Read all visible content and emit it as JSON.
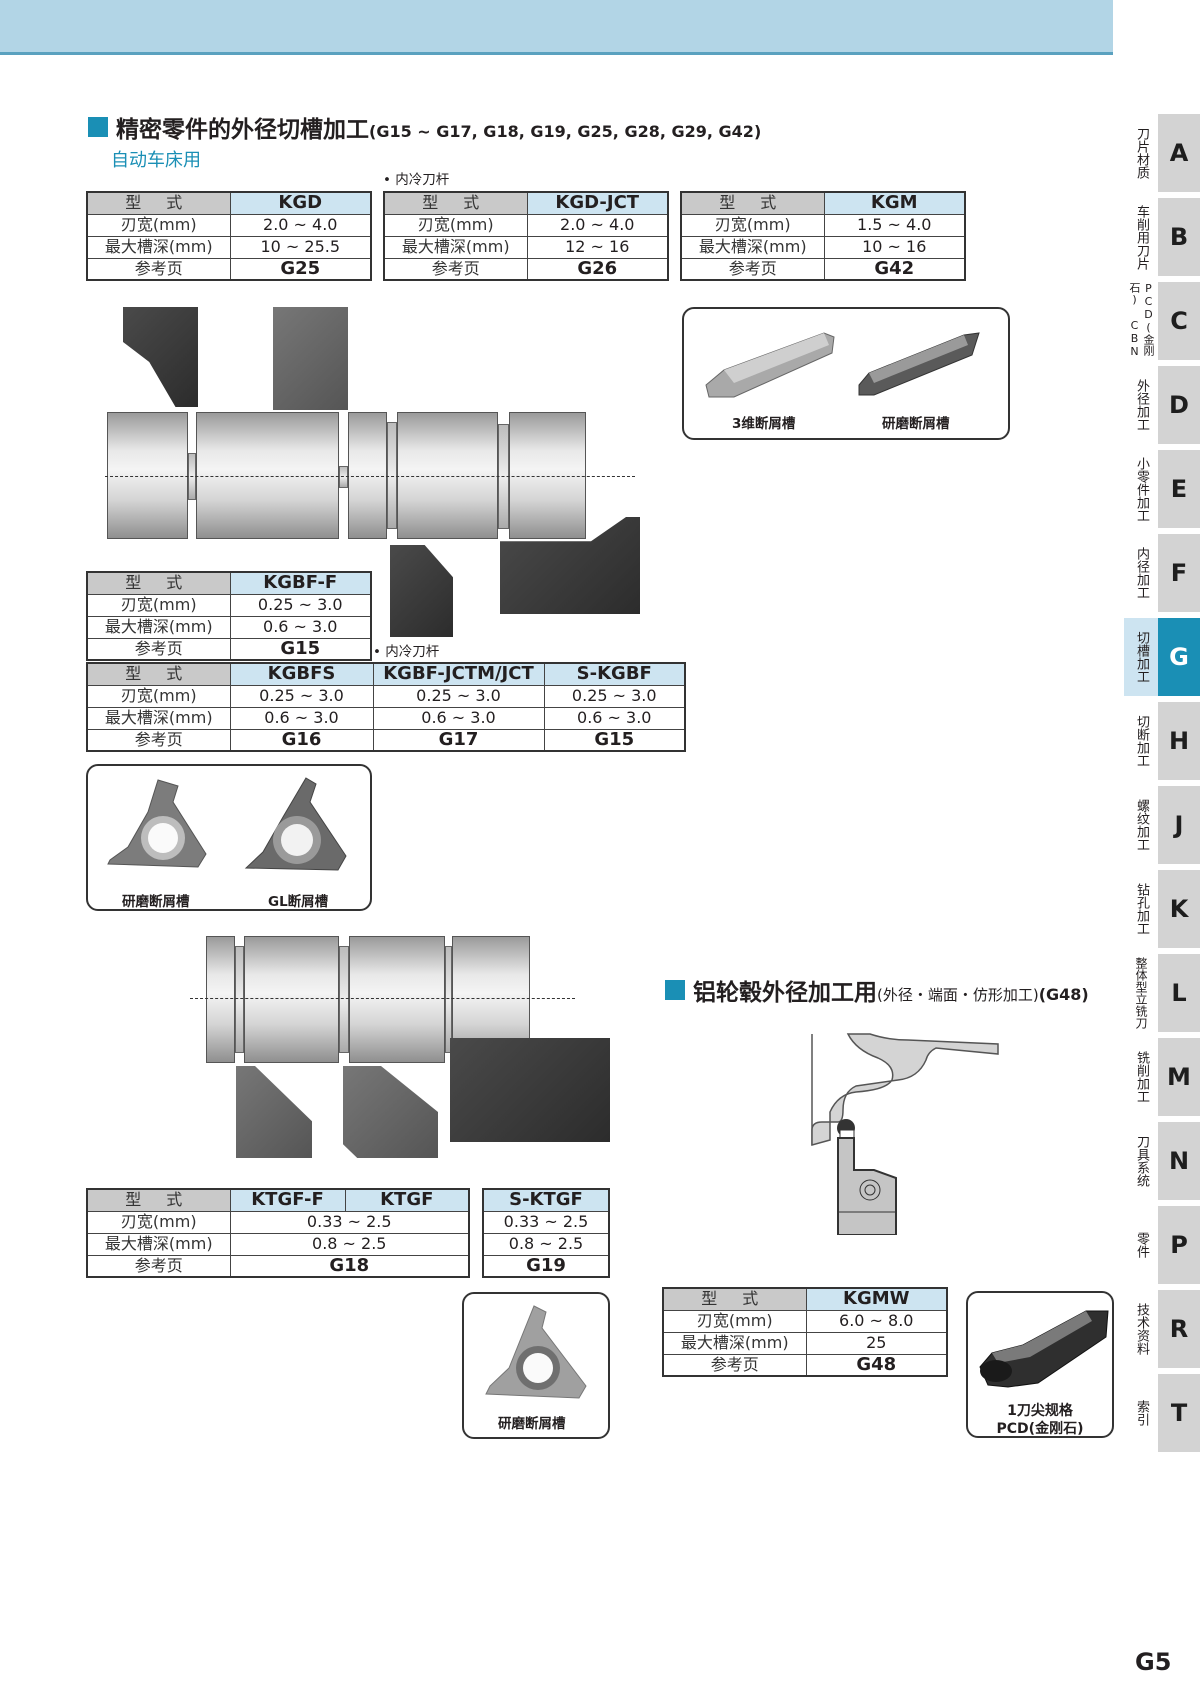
{
  "header": {
    "band_color": "#b2d5e6"
  },
  "section1": {
    "title": "精密零件的外径切槽加工",
    "refs": "(G15 ~ G17, G18, G19, G25, G28, G29, G42)",
    "subtitle": "自动车床用",
    "note_internal_coolant": "• 内冷刀杆"
  },
  "row_labels": {
    "model": "型 式",
    "width": "刃宽(mm)",
    "depth": "最大槽深(mm)",
    "ref": "参考页"
  },
  "tables": {
    "kgd": {
      "model": "KGD",
      "width": "2.0 ~ 4.0",
      "depth": "10 ~ 25.5",
      "ref": "G25"
    },
    "kgd_jct": {
      "model": "KGD-JCT",
      "width": "2.0 ~ 4.0",
      "depth": "12 ~ 16",
      "ref": "G26"
    },
    "kgm": {
      "model": "KGM",
      "width": "1.5 ~ 4.0",
      "depth": "10 ~ 16",
      "ref": "G42"
    },
    "kgbf_f": {
      "model": "KGBF-F",
      "width": "0.25 ~ 3.0",
      "depth": "0.6 ~ 3.0",
      "ref": "G15"
    },
    "kgbfs": {
      "model": "KGBFS",
      "width": "0.25 ~ 3.0",
      "depth": "0.6 ~ 3.0",
      "ref": "G16"
    },
    "kgbf_jctm": {
      "model": "KGBF-JCTM/JCT",
      "width": "0.25 ~ 3.0",
      "depth": "0.6 ~ 3.0",
      "ref": "G17"
    },
    "s_kgbf": {
      "model": "S-KGBF",
      "width": "0.25 ~ 3.0",
      "depth": "0.6 ~ 3.0",
      "ref": "G15"
    },
    "ktgf": {
      "model_a": "KTGF-F",
      "model_b": "KTGF",
      "width": "0.33 ~ 2.5",
      "depth": "0.8 ~ 2.5",
      "ref": "G18"
    },
    "s_ktgf": {
      "model": "S-KTGF",
      "width": "0.33 ~ 2.5",
      "depth": "0.8 ~ 2.5",
      "ref": "G19"
    },
    "kgmw": {
      "model": "KGMW",
      "width": "6.0 ~ 8.0",
      "depth": "25",
      "ref": "G48"
    }
  },
  "insert_boxes": {
    "kgm_box": {
      "cap1": "3维断屑槽",
      "cap2": "研磨断屑槽"
    },
    "kgbf_box": {
      "cap1": "研磨断屑槽",
      "cap2": "GL断屑槽"
    },
    "sktgf_box": {
      "cap1": "研磨断屑槽"
    },
    "kgmw_box": {
      "cap1": "1刀尖规格",
      "cap2": "PCD(金刚石)"
    }
  },
  "section2": {
    "title": "铝轮毂外径加工用",
    "sub": "(外径・端面・仿形加工)",
    "refs": "(G48)"
  },
  "sidebar": {
    "items": [
      {
        "letter": "A",
        "label": "刀片材质",
        "active": false
      },
      {
        "letter": "B",
        "label": "车削用刀片",
        "active": false
      },
      {
        "letter": "C",
        "label": "PCD(金刚石) CBN",
        "active": false
      },
      {
        "letter": "D",
        "label": "外径加工",
        "active": false
      },
      {
        "letter": "E",
        "label": "小零件加工",
        "active": false
      },
      {
        "letter": "F",
        "label": "内径加工",
        "active": false
      },
      {
        "letter": "G",
        "label": "切槽加工",
        "active": true
      },
      {
        "letter": "H",
        "label": "切断加工",
        "active": false
      },
      {
        "letter": "J",
        "label": "螺纹加工",
        "active": false
      },
      {
        "letter": "K",
        "label": "钻孔加工",
        "active": false
      },
      {
        "letter": "L",
        "label": "整体型立铣刀",
        "active": false
      },
      {
        "letter": "M",
        "label": "铣削加工",
        "active": false
      },
      {
        "letter": "N",
        "label": "刀具系统",
        "active": false
      },
      {
        "letter": "P",
        "label": "零件",
        "active": false
      },
      {
        "letter": "R",
        "label": "技术资料",
        "active": false
      },
      {
        "letter": "T",
        "label": "索引",
        "active": false
      }
    ],
    "active_color": "#1a8fb5",
    "tab_color": "#d3d3d3"
  },
  "footer": {
    "page_number": "G5"
  }
}
